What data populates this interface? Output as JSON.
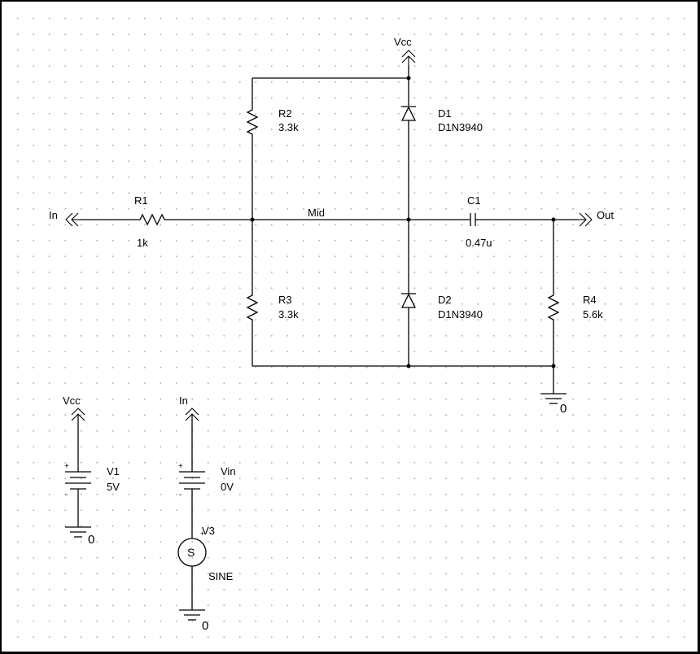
{
  "components": {
    "R1": {
      "name": "R1",
      "value": "1k"
    },
    "R2": {
      "name": "R2",
      "value": "3.3k"
    },
    "R3": {
      "name": "R3",
      "value": "3.3k"
    },
    "R4": {
      "name": "R4",
      "value": "5.6k"
    },
    "C1": {
      "name": "C1",
      "value": "0.47u"
    },
    "D1": {
      "name": "D1",
      "value": "D1N3940"
    },
    "D2": {
      "name": "D2",
      "value": "D1N3940"
    },
    "V1": {
      "name": "V1",
      "value": "5V"
    },
    "Vin": {
      "name": "Vin",
      "value": "0V"
    },
    "V3": {
      "name": "V3",
      "type": "SINE",
      "symbol": "S"
    }
  },
  "ports": {
    "vcc_top": "Vcc",
    "vcc_supply": "Vcc",
    "in_main": "In",
    "in_source": "In",
    "out": "Out"
  },
  "nets": {
    "mid": "Mid"
  },
  "grounds": {
    "g_main": "0",
    "g_v1": "0",
    "g_v3": "0"
  },
  "polarity": {
    "plus": "+",
    "minus": "-"
  }
}
